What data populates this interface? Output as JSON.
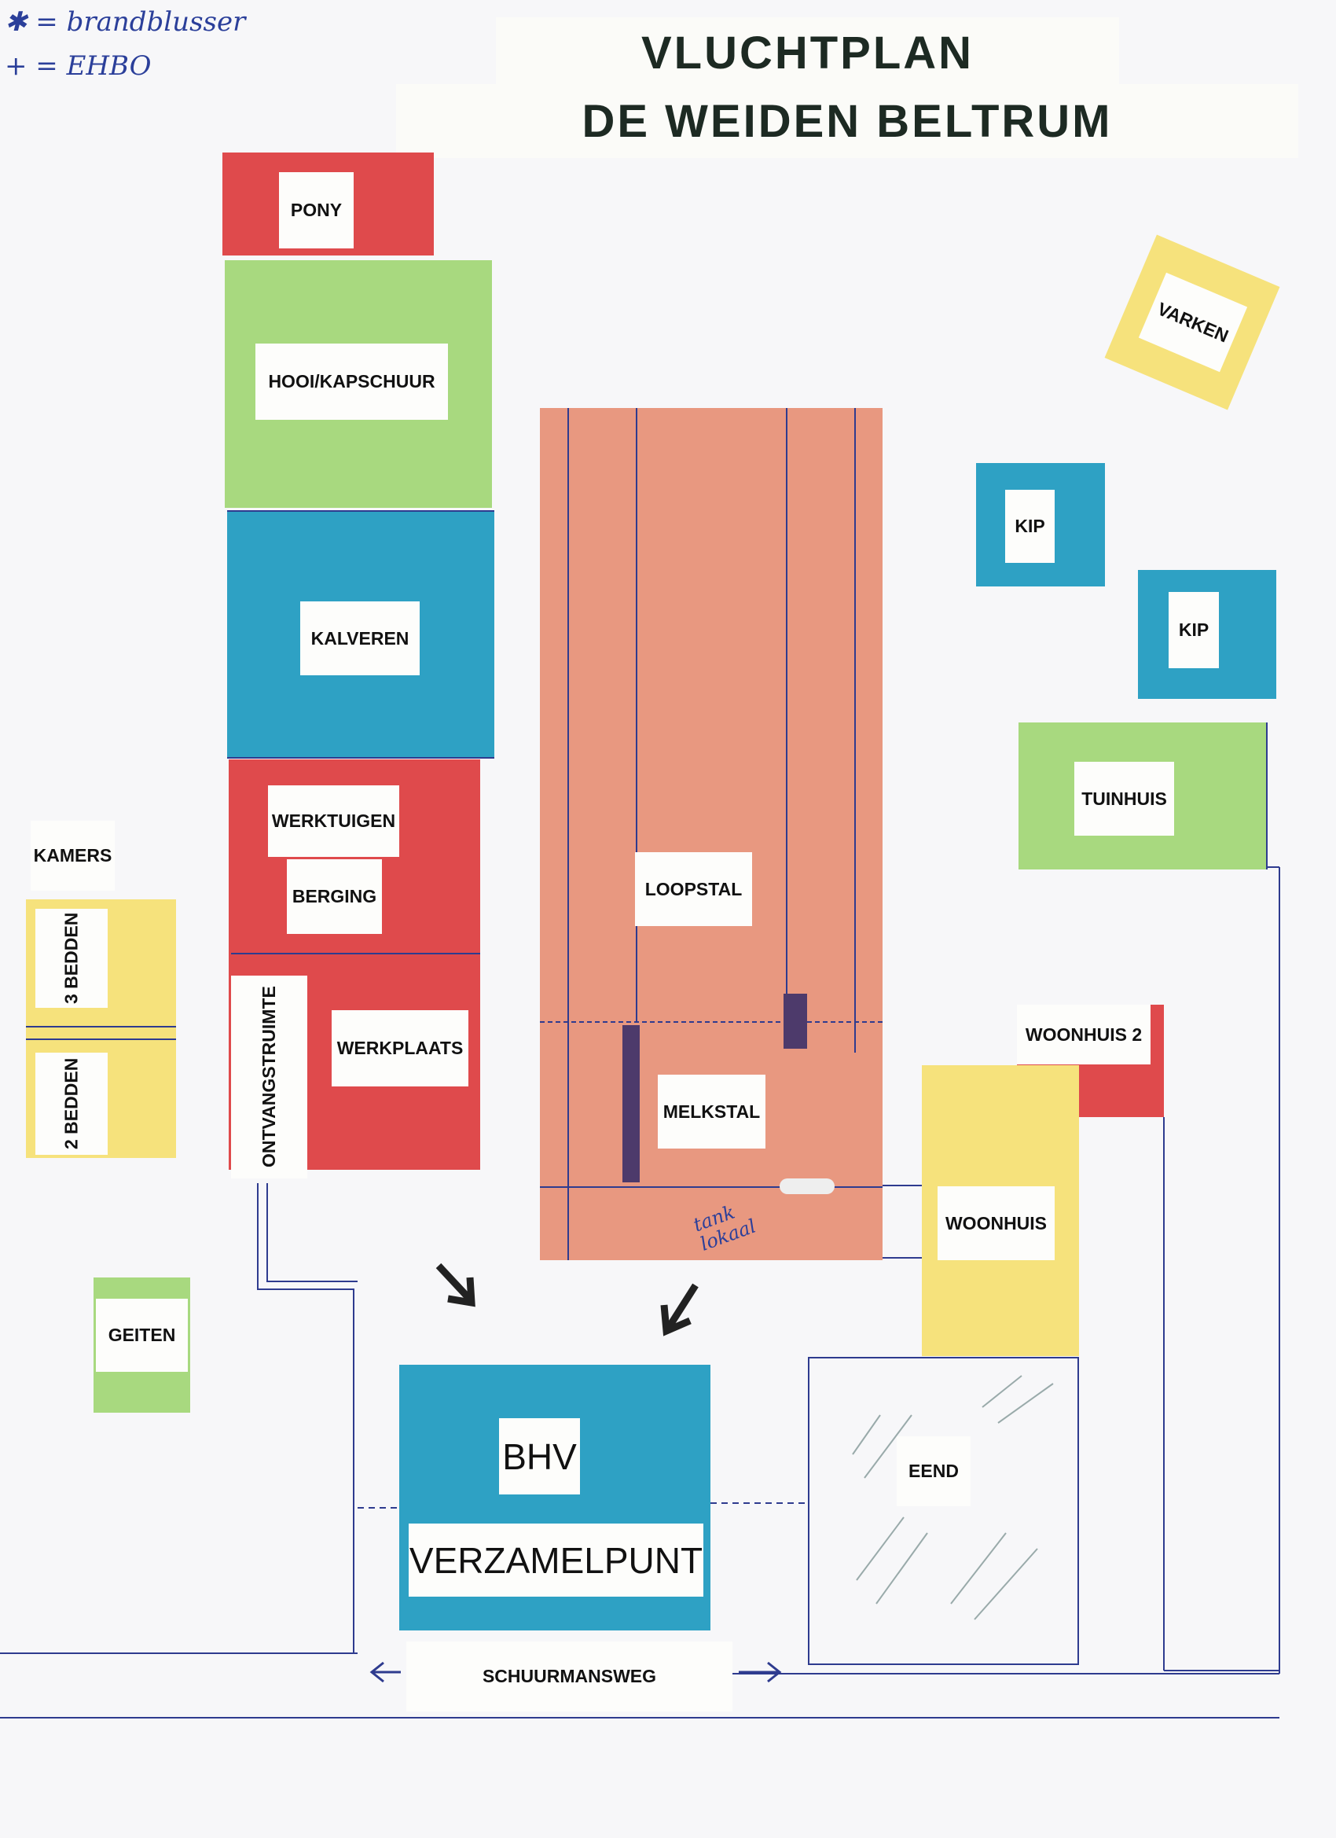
{
  "legend": {
    "extinguisher": "✱ = brandblusser",
    "first_aid": "+ = EHBO"
  },
  "title": {
    "line1": "VLUCHTPLAN",
    "line2": "DE WEIDEN BELTRUM"
  },
  "buildings": {
    "pony": "PONY",
    "hooi": "HOOI/KAPSCHUUR",
    "kalveren": "KALVEREN",
    "werktuigen": "WERKTUIGEN",
    "berging": "BERGING",
    "werkplaats": "WERKPLAATS",
    "ontvangstruimte": "ONTVANGSTRUIMTE",
    "kamers": "KAMERS",
    "bedden3": "3 BEDDEN",
    "bedden2": "2 BEDDEN",
    "geiten": "GEITEN",
    "loopstal": "LOOPSTAL",
    "melkstal": "MELKSTAL",
    "tanklokaal": "tank lokaal",
    "varken": "VARKEN",
    "kip1": "KIP",
    "kip2": "KIP",
    "tuinhuis": "TUINHUIS",
    "woonhuis2": "WOONHUIS 2",
    "woonhuis": "WOONHUIS",
    "eend": "EEND"
  },
  "assembly": {
    "bhv": "BHV",
    "verzamelpunt": "VERZAMELPUNT"
  },
  "road": {
    "name": "SCHUURMANSWEG"
  },
  "colors": {
    "red": "#df4a4c",
    "green": "#a8d97f",
    "blue": "#2ea1c4",
    "yellow": "#f6e27c",
    "salmon": "#e89880",
    "ink": "#2b3f9a"
  }
}
